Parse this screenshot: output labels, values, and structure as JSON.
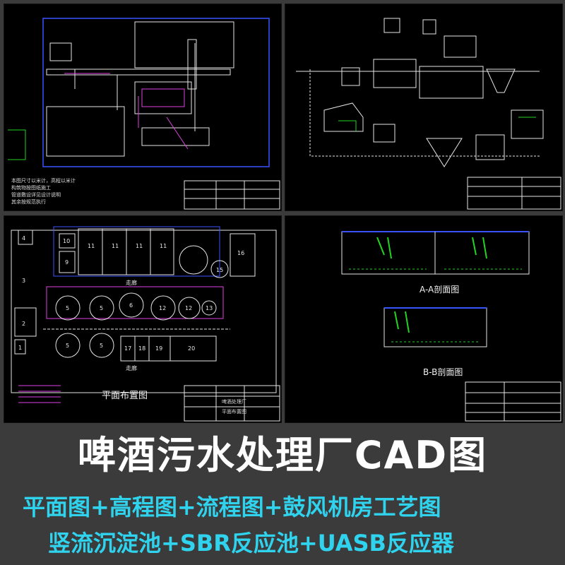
{
  "panels": {
    "plan": {
      "notes": [
        "本图尺寸以米计，高程以米计",
        "构筑物按图纸施工",
        "管道敷设详见设计说明",
        "其余按规范执行"
      ]
    },
    "flow": {},
    "layout": {
      "title": "平面布置图",
      "corridor_label": "走廊",
      "unit_labels": [
        "4",
        "10",
        "9",
        "11",
        "11",
        "11",
        "11",
        "16",
        "15",
        "3",
        "2",
        "1",
        "5",
        "5",
        "6",
        "12",
        "12",
        "13",
        "5",
        "5",
        "17",
        "18",
        "19",
        "20"
      ],
      "titleblock": [
        "啤酒处理厂",
        "平面布置图"
      ]
    },
    "section": {
      "section_a": "A-A剖面图",
      "section_b": "B-B剖面图"
    }
  },
  "banner": {
    "title": "啤酒污水处理厂CAD图",
    "subtitle_line1": "平面图+高程图+流程图+鼓风机房工艺图",
    "subtitle_line2": "竖流沉淀池+SBR反应池+UASB反应器"
  },
  "colors": {
    "background": "#3b3b3b",
    "panel_bg": "#000000",
    "title_text": "#ffffff",
    "subtitle_text": "#2fd3ee",
    "cad_lines": "#e6e6e6",
    "cad_blue": "#3b52ff",
    "cad_magenta": "#e040e0",
    "cad_green": "#22d422",
    "cad_red": "#ff3030"
  }
}
